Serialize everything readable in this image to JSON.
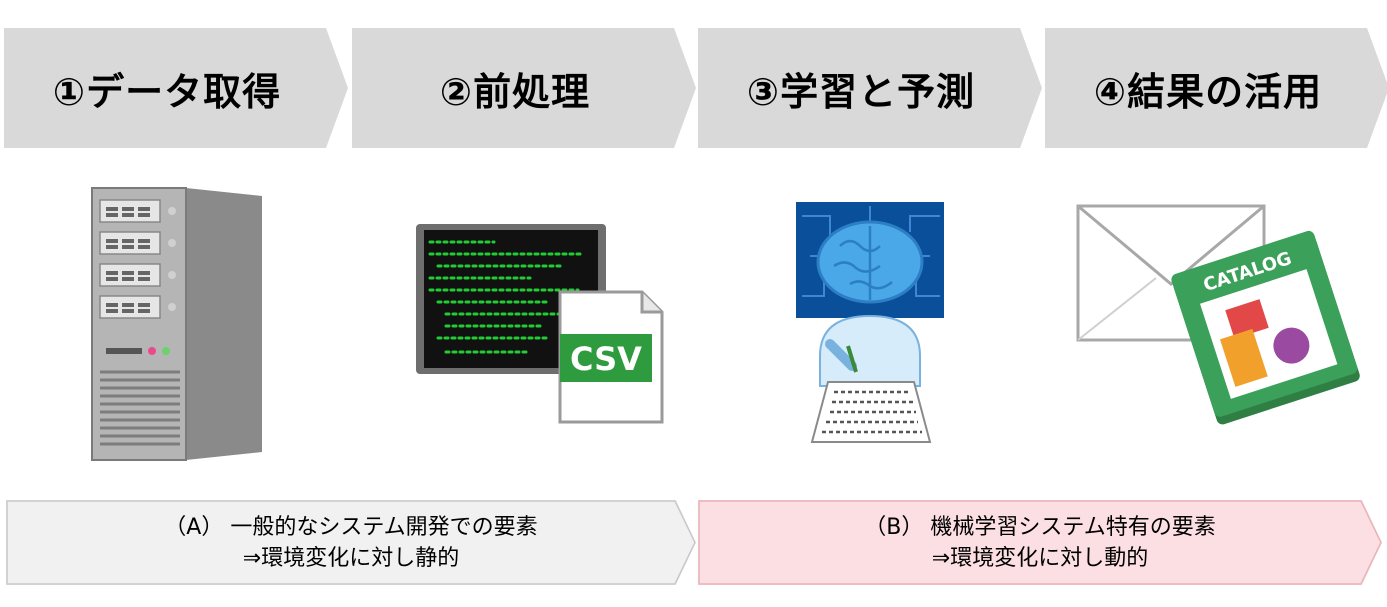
{
  "steps": [
    {
      "label": "①データ取得",
      "icon": "server-icon"
    },
    {
      "label": "②前処理",
      "icon": "csv-terminal-icon"
    },
    {
      "label": "③学習と予測",
      "icon": "ai-brain-icon"
    },
    {
      "label": "④結果の活用",
      "icon": "mail-catalog-icon"
    }
  ],
  "illustrations": {
    "csv_label": "CSV",
    "catalog_label": "CATALOG"
  },
  "categories": [
    {
      "line1": "（A） 一般的なシステム開発での要素",
      "line2": "⇒環境変化に対し静的",
      "color": "#f1f1f1"
    },
    {
      "line1": "（B） 機械学習システム特有の要素",
      "line2": "⇒環境変化に対し動的",
      "color": "#fbdfe2"
    }
  ],
  "colors": {
    "step_bg": "#d9d9d9",
    "terminal_text": "#22cc33",
    "csv_green": "#2e9b3e",
    "brain_blue": "#4aa8e8",
    "catalog_green": "#3aa05a"
  }
}
